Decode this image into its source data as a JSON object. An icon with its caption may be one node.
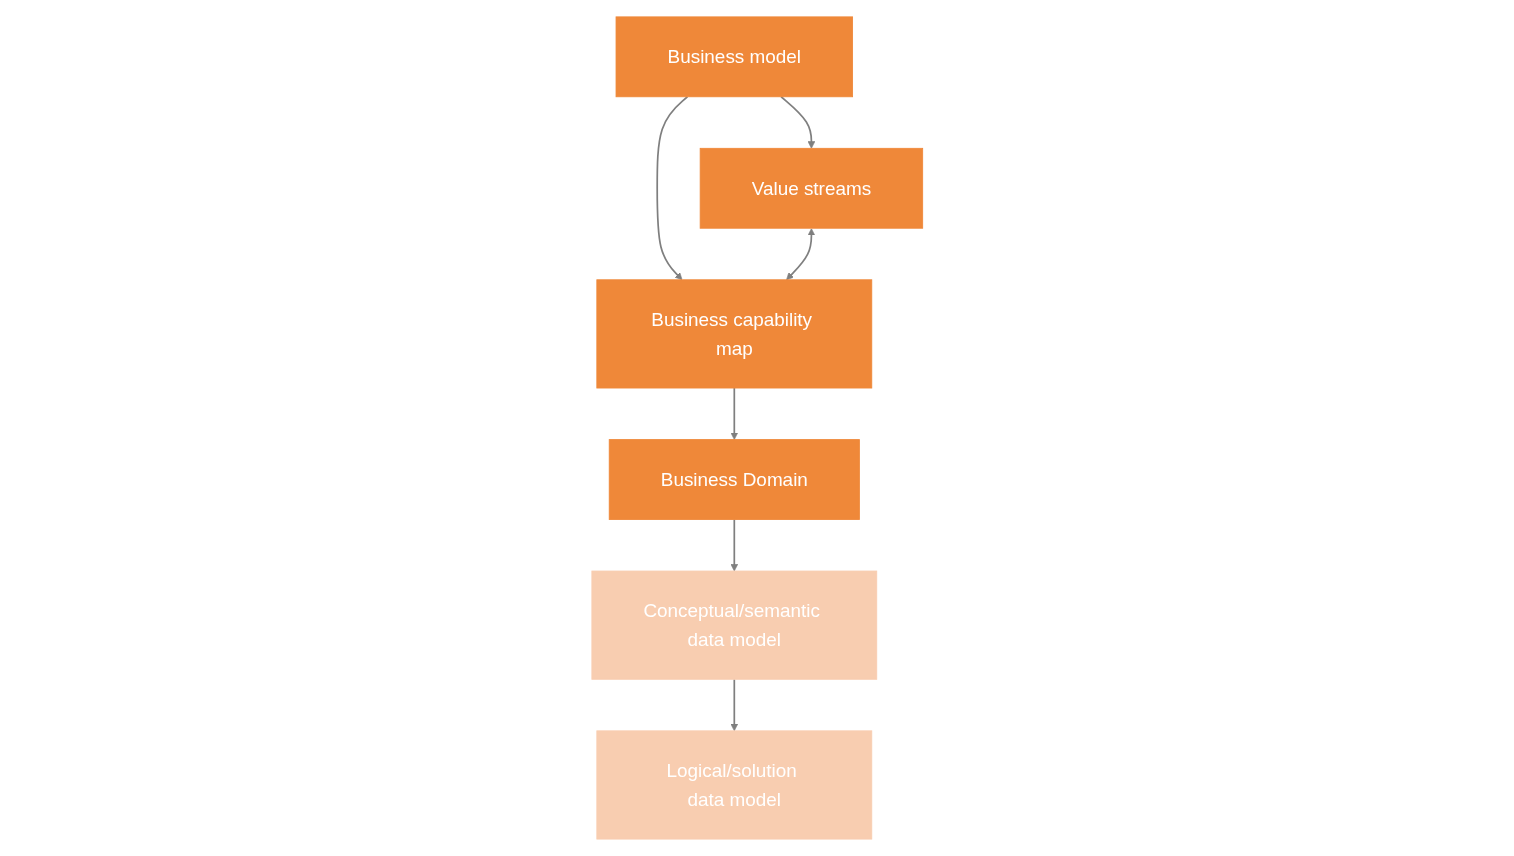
{
  "diagram": {
    "nodes": [
      {
        "text": [
          "Business model"
        ]
      },
      {
        "text": [
          "Value streams"
        ]
      },
      {
        "text": [
          "Business capability map"
        ]
      },
      {
        "text": [
          "Business Domain"
        ]
      },
      {
        "text": [
          "Conceptual/semantic data model"
        ]
      },
      {
        "text": [
          "Logical/solution data model"
        ]
      }
    ],
    "edges": [
      {
        "from": 0,
        "to": 1,
        "arrow": "to"
      },
      {
        "from": 0,
        "to": 2,
        "arrow": "to"
      },
      {
        "from": 1,
        "to": 2,
        "arrow": "both"
      },
      {
        "from": 2,
        "to": 3,
        "arrow": "to"
      },
      {
        "from": 3,
        "to": 4,
        "arrow": "to"
      },
      {
        "from": 4,
        "to": 5,
        "arrow": "to"
      }
    ]
  }
}
